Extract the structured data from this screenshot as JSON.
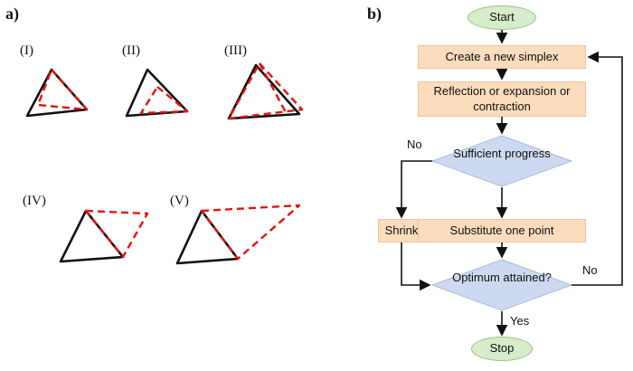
{
  "panels": {
    "a_label": "a)",
    "b_label": "b)"
  },
  "simplex_figures": [
    {
      "label": "(I)"
    },
    {
      "label": "(II)"
    },
    {
      "label": "(III)"
    },
    {
      "label": "(IV)"
    },
    {
      "label": "(V)"
    }
  ],
  "flowchart": {
    "nodes": {
      "start": "Start",
      "create": "Create a new simplex",
      "reflect": "Reflection or expansion or contraction",
      "sufficient": "Sufficient progress",
      "shrink": "Shrink",
      "substitute": "Substitute one point",
      "optimum": "Optimum attained?",
      "stop": "Stop"
    },
    "edges": {
      "no_left": "No",
      "no_right": "No",
      "yes": "Yes"
    },
    "colors": {
      "process_fill": "#fbdcbd",
      "process_border": "#edc49c",
      "decision_fill": "#cdd9f0",
      "decision_border": "#a9bedd",
      "terminal_fill": "#d6ecca",
      "terminal_border": "#9cc08e",
      "simplex_black": "#111111",
      "simplex_red": "#e3140f",
      "arrow_black": "#111111"
    }
  }
}
